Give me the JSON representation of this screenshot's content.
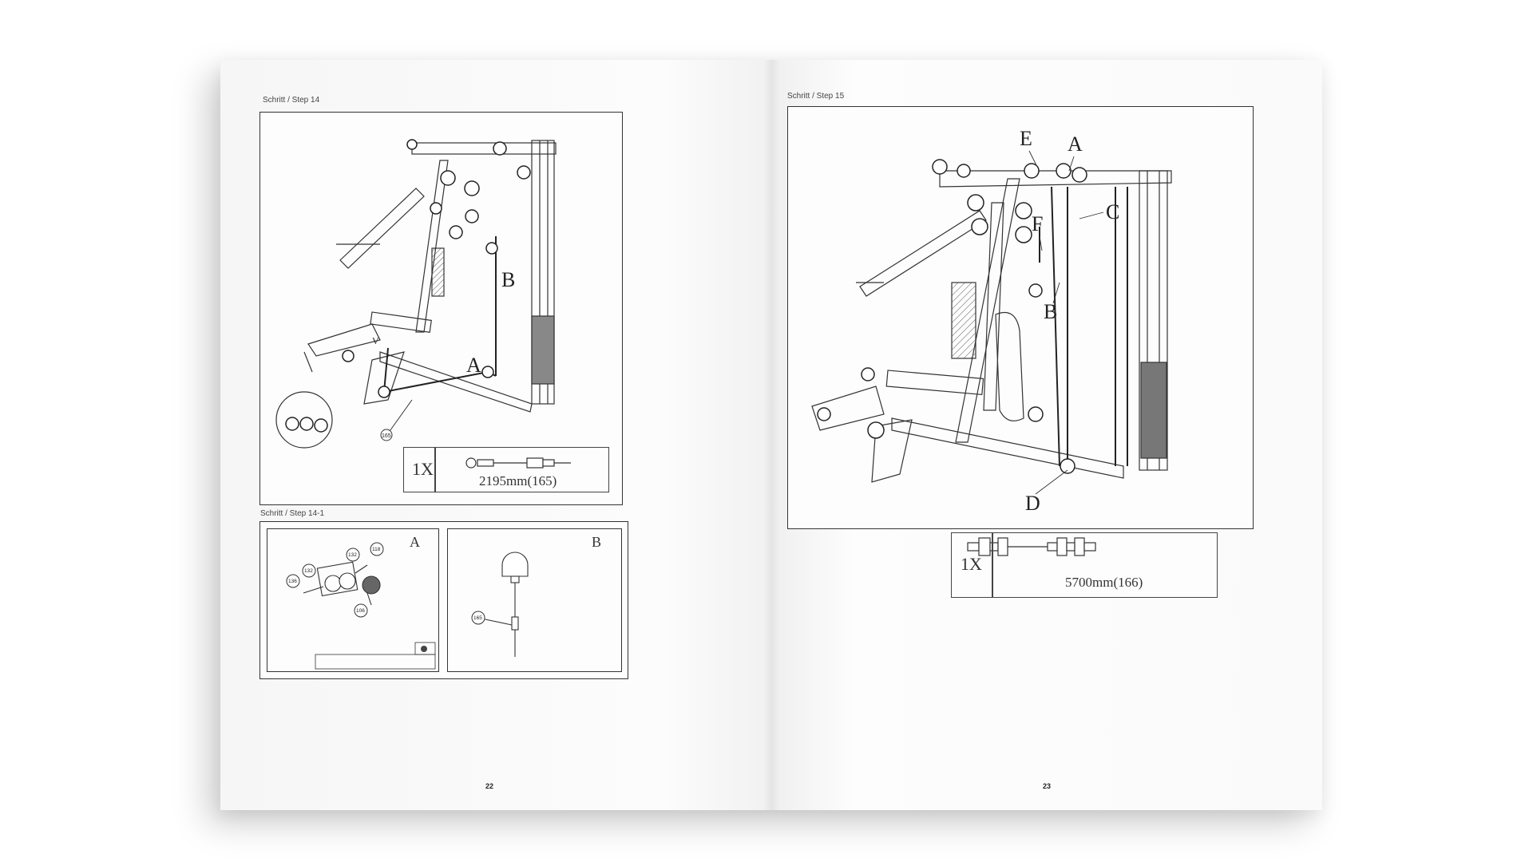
{
  "left_page": {
    "step14_label": "Schritt / Step 14",
    "step14_1_label": "Schritt / Step 14-1",
    "callouts": {
      "a": "A",
      "b": "B",
      "v": "V"
    },
    "part_165": "165",
    "cable_box": {
      "qty": "1X",
      "spec": "2195mm(165)"
    },
    "detail_a": {
      "letter": "A",
      "parts": [
        "136",
        "132",
        "132",
        "118",
        "106"
      ]
    },
    "detail_b": {
      "letter": "B",
      "part": "165"
    },
    "page_number": "22"
  },
  "right_page": {
    "step15_label": "Schritt / Step 15",
    "callouts": {
      "e": "E",
      "a": "A",
      "c": "C",
      "f": "F",
      "b": "B",
      "d": "D"
    },
    "cable_box": {
      "qty": "1X",
      "spec": "5700mm(166)"
    },
    "page_number": "23"
  }
}
